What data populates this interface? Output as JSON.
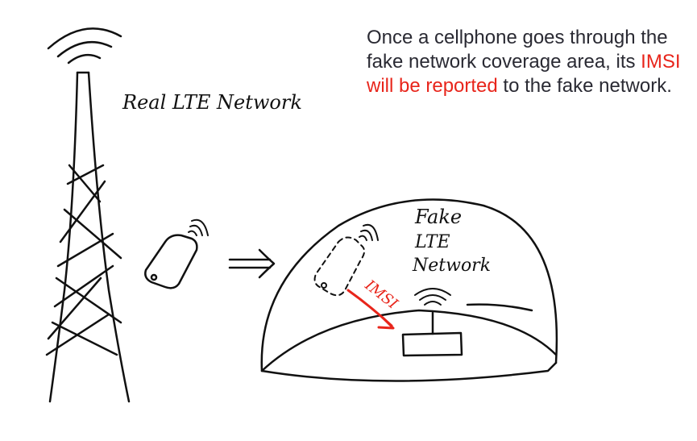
{
  "caption": {
    "before": "Once a cellphone goes through the fake network coverage area, its ",
    "highlight": "IMSI will be reported",
    "after": " to the fake network."
  },
  "labels": {
    "real_network": "Real LTE Network",
    "fake_line1": "Fake",
    "fake_line2": "LTE",
    "fake_line3": "Network",
    "imsi": "IMSI"
  },
  "colors": {
    "ink": "#111111",
    "caption_text": "#2a2a33",
    "highlight": "#e8251b"
  }
}
